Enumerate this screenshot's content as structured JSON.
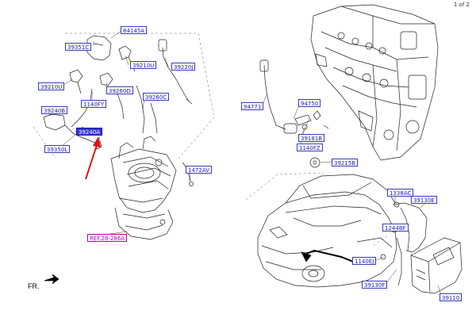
{
  "page_indicator": "1 of 2",
  "direction_label": "FR.",
  "colors": {
    "label": "#1a1aa8",
    "highlight": "#3535d8",
    "reference": "#b000b0",
    "arrow": "#e01010"
  },
  "parts": [
    {
      "code": "84145A"
    },
    {
      "code": "39351C"
    },
    {
      "code": "39210U"
    },
    {
      "code": "39220J"
    },
    {
      "code": "39210U"
    },
    {
      "code": "39260D"
    },
    {
      "code": "39260C"
    },
    {
      "code": "1140FY"
    },
    {
      "code": "39240B"
    },
    {
      "code": "39240A"
    },
    {
      "code": "39350L"
    },
    {
      "code": "1472AV"
    },
    {
      "code": "REF.28-286A"
    },
    {
      "code": "94771"
    },
    {
      "code": "94750"
    },
    {
      "code": "39181B"
    },
    {
      "code": "1140FZ"
    },
    {
      "code": "39215B"
    },
    {
      "code": "1338AC"
    },
    {
      "code": "39130E"
    },
    {
      "code": "1244BF"
    },
    {
      "code": "1140EJ"
    },
    {
      "code": "39130F"
    },
    {
      "code": "39110"
    }
  ]
}
